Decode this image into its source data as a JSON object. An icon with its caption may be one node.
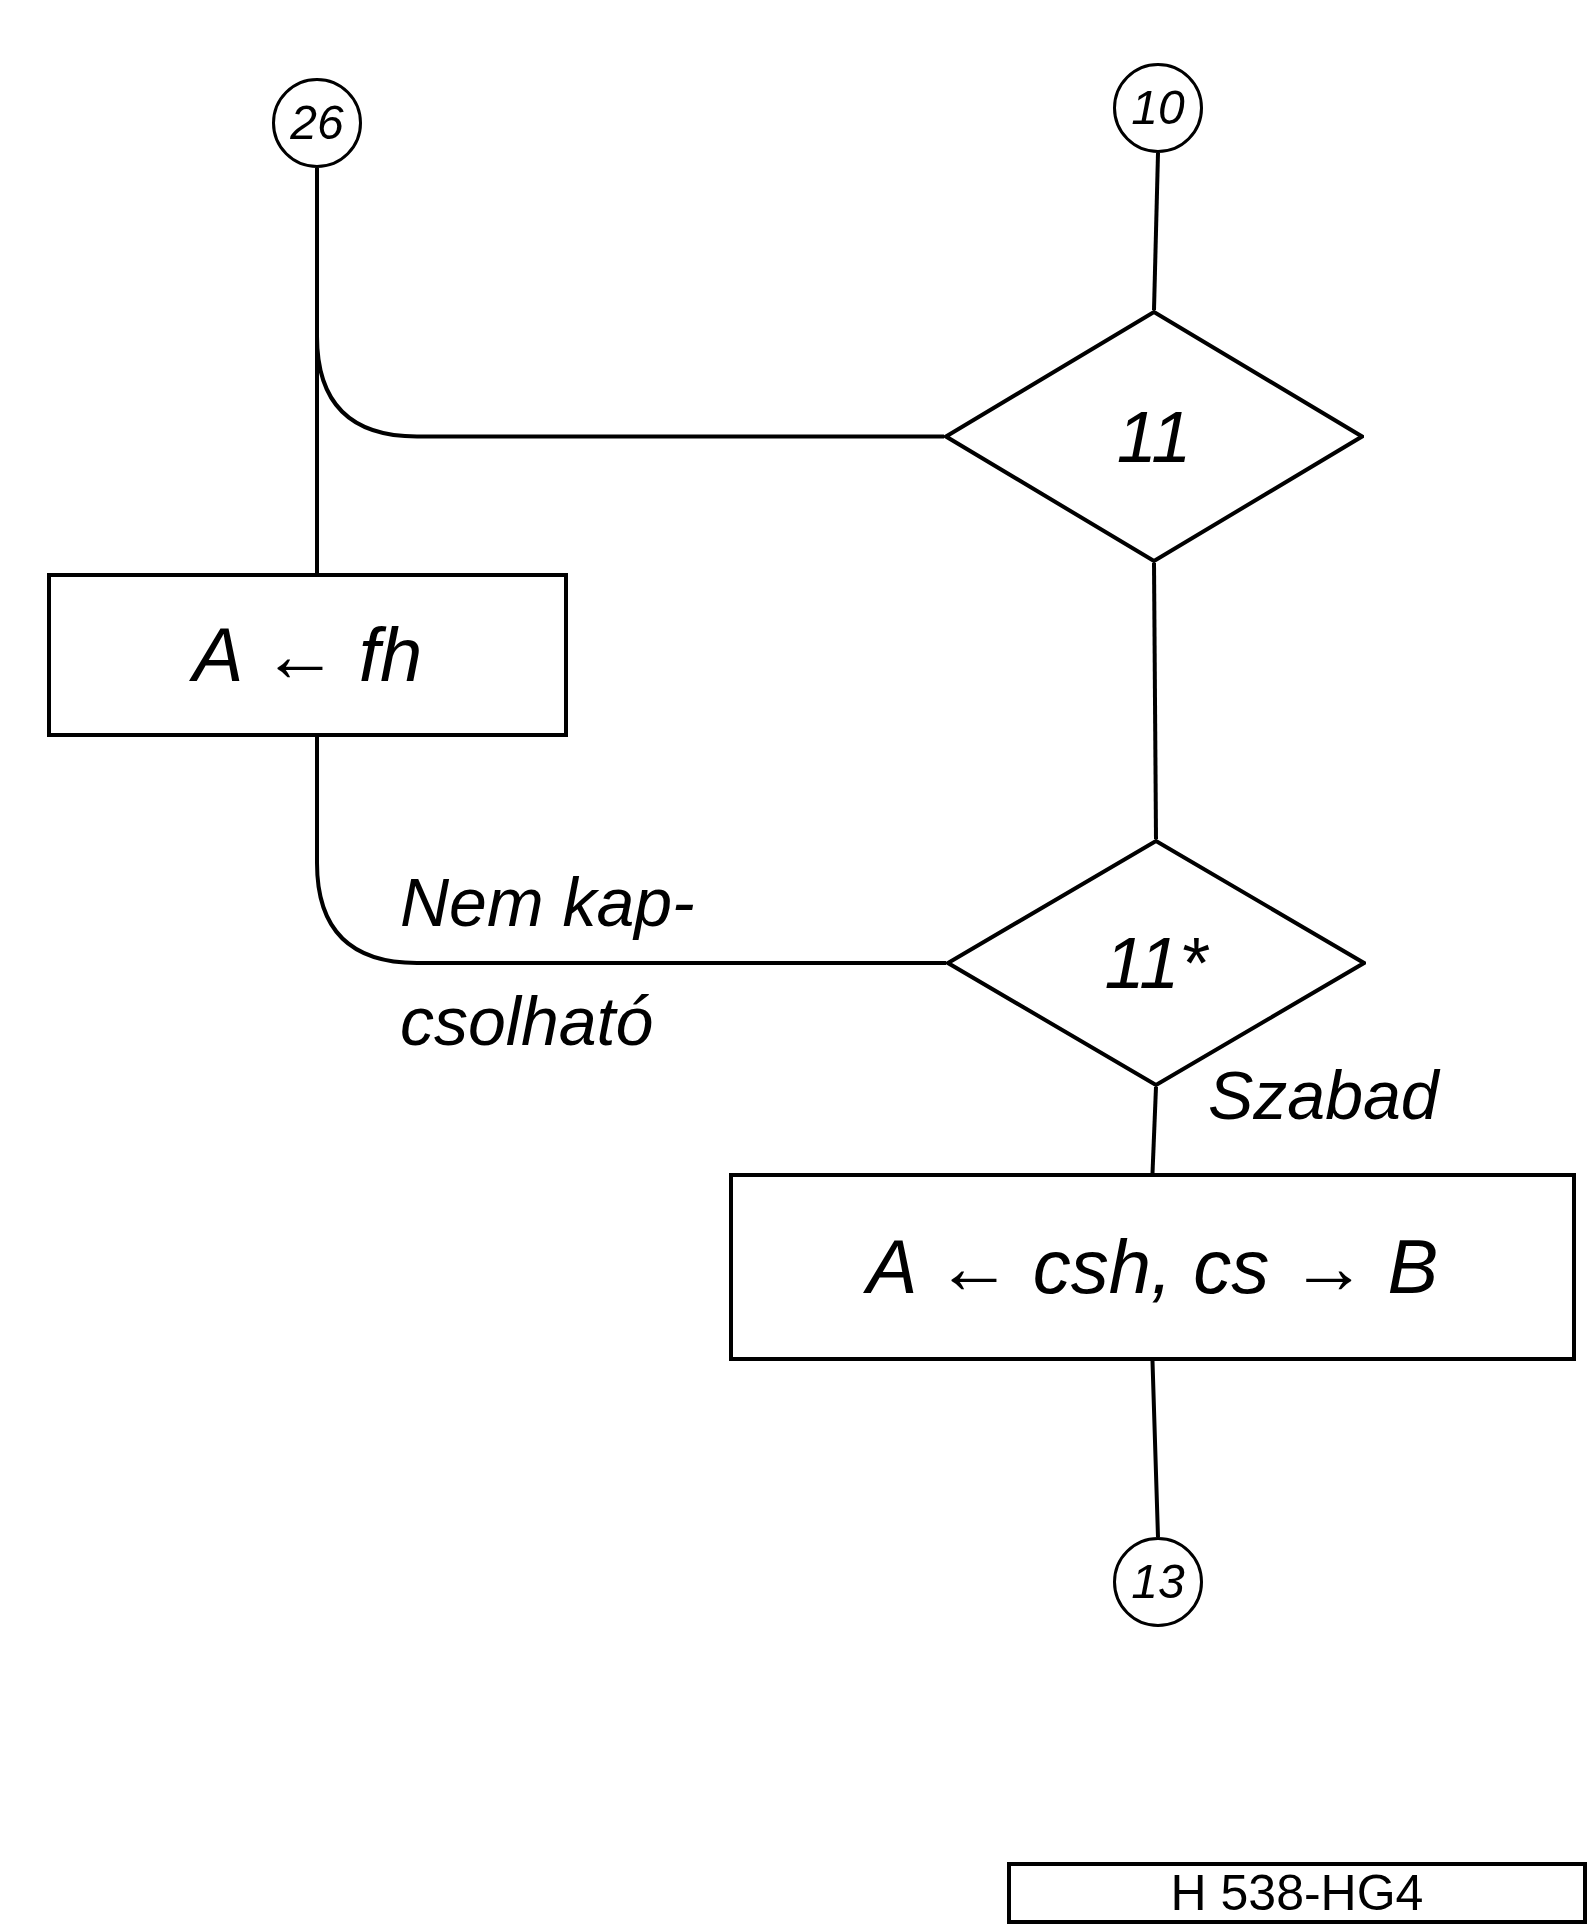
{
  "diagram": {
    "nodes": [
      {
        "text": [
          "26"
        ]
      },
      {
        "text": [
          "10"
        ]
      },
      {
        "text": [
          "11"
        ]
      },
      {
        "text": [
          "A ← fh"
        ]
      },
      {
        "text": [
          "11*"
        ]
      },
      {
        "text": [
          "A ← csh, cs → B"
        ]
      },
      {
        "text": [
          "13"
        ]
      },
      {
        "text": [
          "H 538-HG4"
        ]
      }
    ],
    "edges": [
      {
        "from": 1,
        "to": 2,
        "arrow": "none"
      },
      {
        "from": 0,
        "to": 3,
        "arrow": "none"
      },
      {
        "from": 2,
        "to": 3,
        "arrow": "none"
      },
      {
        "from": 2,
        "to": 4,
        "arrow": "none"
      },
      {
        "from": 4,
        "to": 3,
        "arrow": "none",
        "label": "Nem kap-csolható"
      },
      {
        "from": 4,
        "to": 5,
        "arrow": "none",
        "label": "Szabad"
      },
      {
        "from": 5,
        "to": 6,
        "arrow": "none"
      }
    ]
  }
}
